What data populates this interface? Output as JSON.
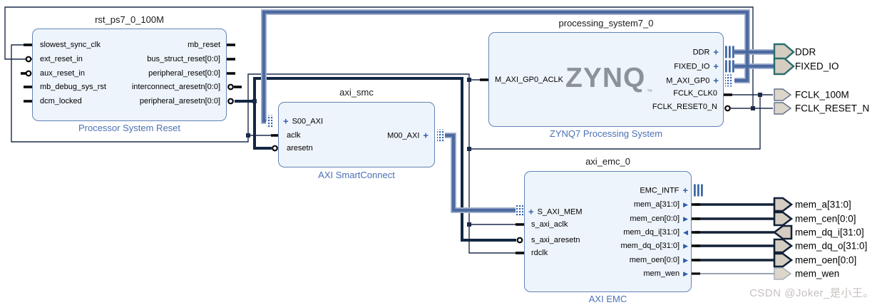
{
  "diagram": {
    "blocks": {
      "rst": {
        "title": "rst_ps7_0_100M",
        "type_label": "Processor System Reset",
        "left_ports": [
          "slowest_sync_clk",
          "ext_reset_in",
          "aux_reset_in",
          "mb_debug_sys_rst",
          "dcm_locked"
        ],
        "right_ports": [
          "mb_reset",
          "bus_struct_reset[0:0]",
          "peripheral_reset[0:0]",
          "interconnect_aresetn[0:0]",
          "peripheral_aresetn[0:0]"
        ]
      },
      "smc": {
        "title": "axi_smc",
        "type_label": "AXI SmartConnect",
        "left_ports": [
          "S00_AXI",
          "aclk",
          "aresetn"
        ],
        "right_ports": [
          "M00_AXI"
        ]
      },
      "ps7": {
        "title": "processing_system7_0",
        "type_label": "ZYNQ7 Processing System",
        "logo": "ZYNQ",
        "logo_tm": "™",
        "left_ports": [
          "M_AXI_GP0_ACLK"
        ],
        "right_ports": [
          "DDR",
          "FIXED_IO",
          "M_AXI_GP0",
          "FCLK_CLK0",
          "FCLK_RESET0_N"
        ]
      },
      "emc": {
        "title": "axi_emc_0",
        "type_label": "AXI EMC",
        "left_ports": [
          "S_AXI_MEM",
          "s_axi_aclk",
          "s_axi_aresetn",
          "rdclk"
        ],
        "right_ports": [
          "EMC_INTF",
          "mem_a[31:0]",
          "mem_cen[0:0]",
          "mem_dq_i[31:0]",
          "mem_dq_o[31:0]",
          "mem_oen[0:0]",
          "mem_wen"
        ]
      }
    },
    "external_ports": [
      "DDR",
      "FIXED_IO",
      "FCLK_100M",
      "FCLK_RESET_N",
      "mem_a[31:0]",
      "mem_cen[0:0]",
      "mem_dq_i[31:0]",
      "mem_dq_o[31:0]",
      "mem_oen[0:0]",
      "mem_wen"
    ],
    "icons": {
      "plus": "+",
      "dir_out": "▶",
      "dir_in": "◀"
    },
    "watermark": "CSDN @Joker_是小王。",
    "colors": {
      "block_fill": "#eef4fb",
      "block_border": "#6283b6",
      "label_blue": "#4a71b5",
      "wire_dark": "#1c2b4a",
      "aresetn_wire": "#132742",
      "bus_blue": "#4c6aa0",
      "bus_halo": "#a7b5d1",
      "arrow_fill": "#d5cdc1",
      "bus_arrow_stroke": "#2a6d6d",
      "logo_gray": "#8b929a",
      "watermark_gray": "#c8bfbf"
    }
  }
}
